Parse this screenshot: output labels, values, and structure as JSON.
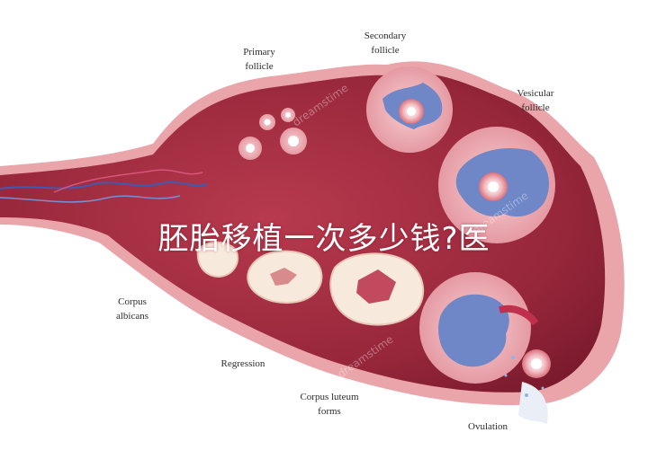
{
  "labels": {
    "primary_follicle": "Primary\nfollicle",
    "secondary_follicle": "Secondary\nfollicle",
    "vesicular_follicle": "Vesicular\nfollicle",
    "corpus_albicans": "Corpus\nalbicans",
    "regression": "Regression",
    "corpus_luteum_forms": "Corpus luteum\nforms",
    "ovulation": "Ovulation"
  },
  "overlay_text": "胚胎移植一次多少钱?医",
  "watermark": "dreamstime",
  "colors": {
    "ovary_dark": "#8e1f33",
    "ovary_mid": "#b73a4e",
    "ovary_rim": "#e8a2a6",
    "follicle_pink": "#f3b7bd",
    "fluid_blue": "#6f86c7",
    "vessel_blue": "#3c5bb3",
    "corpus_cream": "#f7e9dc"
  }
}
